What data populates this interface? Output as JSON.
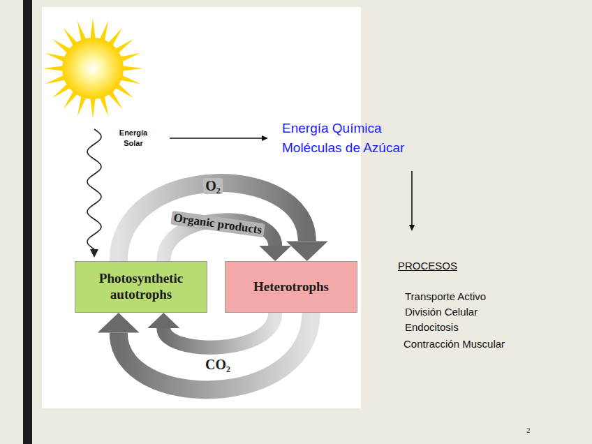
{
  "diagram": {
    "nodes": [
      {
        "text": [
          "Photosynthetic autotrophs"
        ]
      },
      {
        "text": [
          "Heterotrophs"
        ]
      }
    ],
    "edges": [
      {
        "from": 0,
        "to": 1,
        "label": "O₂",
        "arrow": "to"
      },
      {
        "from": 0,
        "to": 1,
        "label": "Organic products",
        "arrow": "to"
      },
      {
        "from": 1,
        "to": 0,
        "label": "CO₂",
        "arrow": "to"
      }
    ],
    "labels": [
      "Energía Solar",
      "Energía Química",
      "Moléculas de Azúcar",
      "PROCESOS",
      "Transporte Activo",
      "División Celular",
      "Endocitosis",
      "Contracción Muscular",
      "2"
    ]
  }
}
